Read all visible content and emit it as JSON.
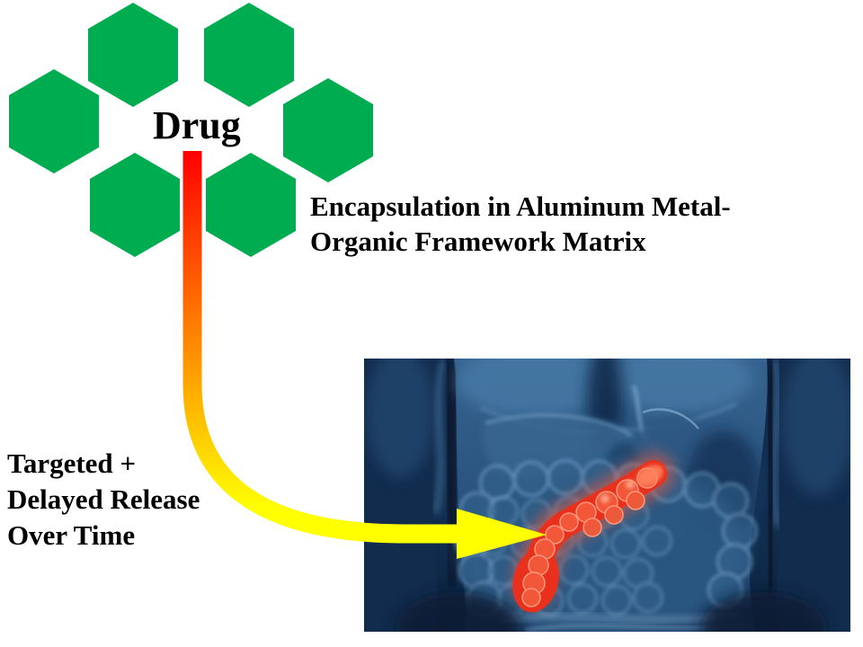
{
  "labels": {
    "drug": "Drug",
    "encapsulation_line1": "Encapsulation in Aluminum Metal-",
    "encapsulation_line2": "Organic Framework Matrix",
    "release_line1": "Targeted +",
    "release_line2": "Delayed Release",
    "release_line3": "Over Time"
  },
  "colors": {
    "hexagon_green": "#00AC50",
    "arrow_gradient_top": "#FF0000",
    "arrow_gradient_bottom": "#FFFF00",
    "arrowhead_yellow": "#FFFF00",
    "text_black": "#000000",
    "pancreas_highlight_red": "#E8301C"
  },
  "anatomy_image": {
    "description": "X-ray style 3D render of a human torso with the pancreas highlighted in red"
  }
}
